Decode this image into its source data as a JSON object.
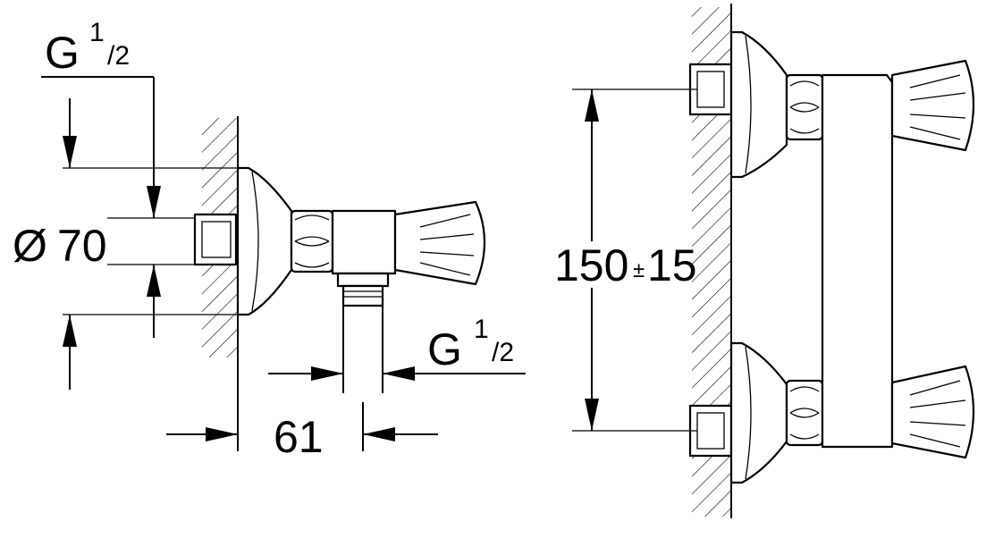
{
  "labels": {
    "g_top_left": {
      "g": "G",
      "num": "1",
      "den": "/2"
    },
    "diameter": {
      "symbol": "Ø",
      "value": "70"
    },
    "g_bottom": {
      "g": "G",
      "num": "1",
      "den": "/2"
    },
    "width": "61",
    "spacing": {
      "value": "150",
      "pm": "±",
      "tol": "15"
    }
  }
}
